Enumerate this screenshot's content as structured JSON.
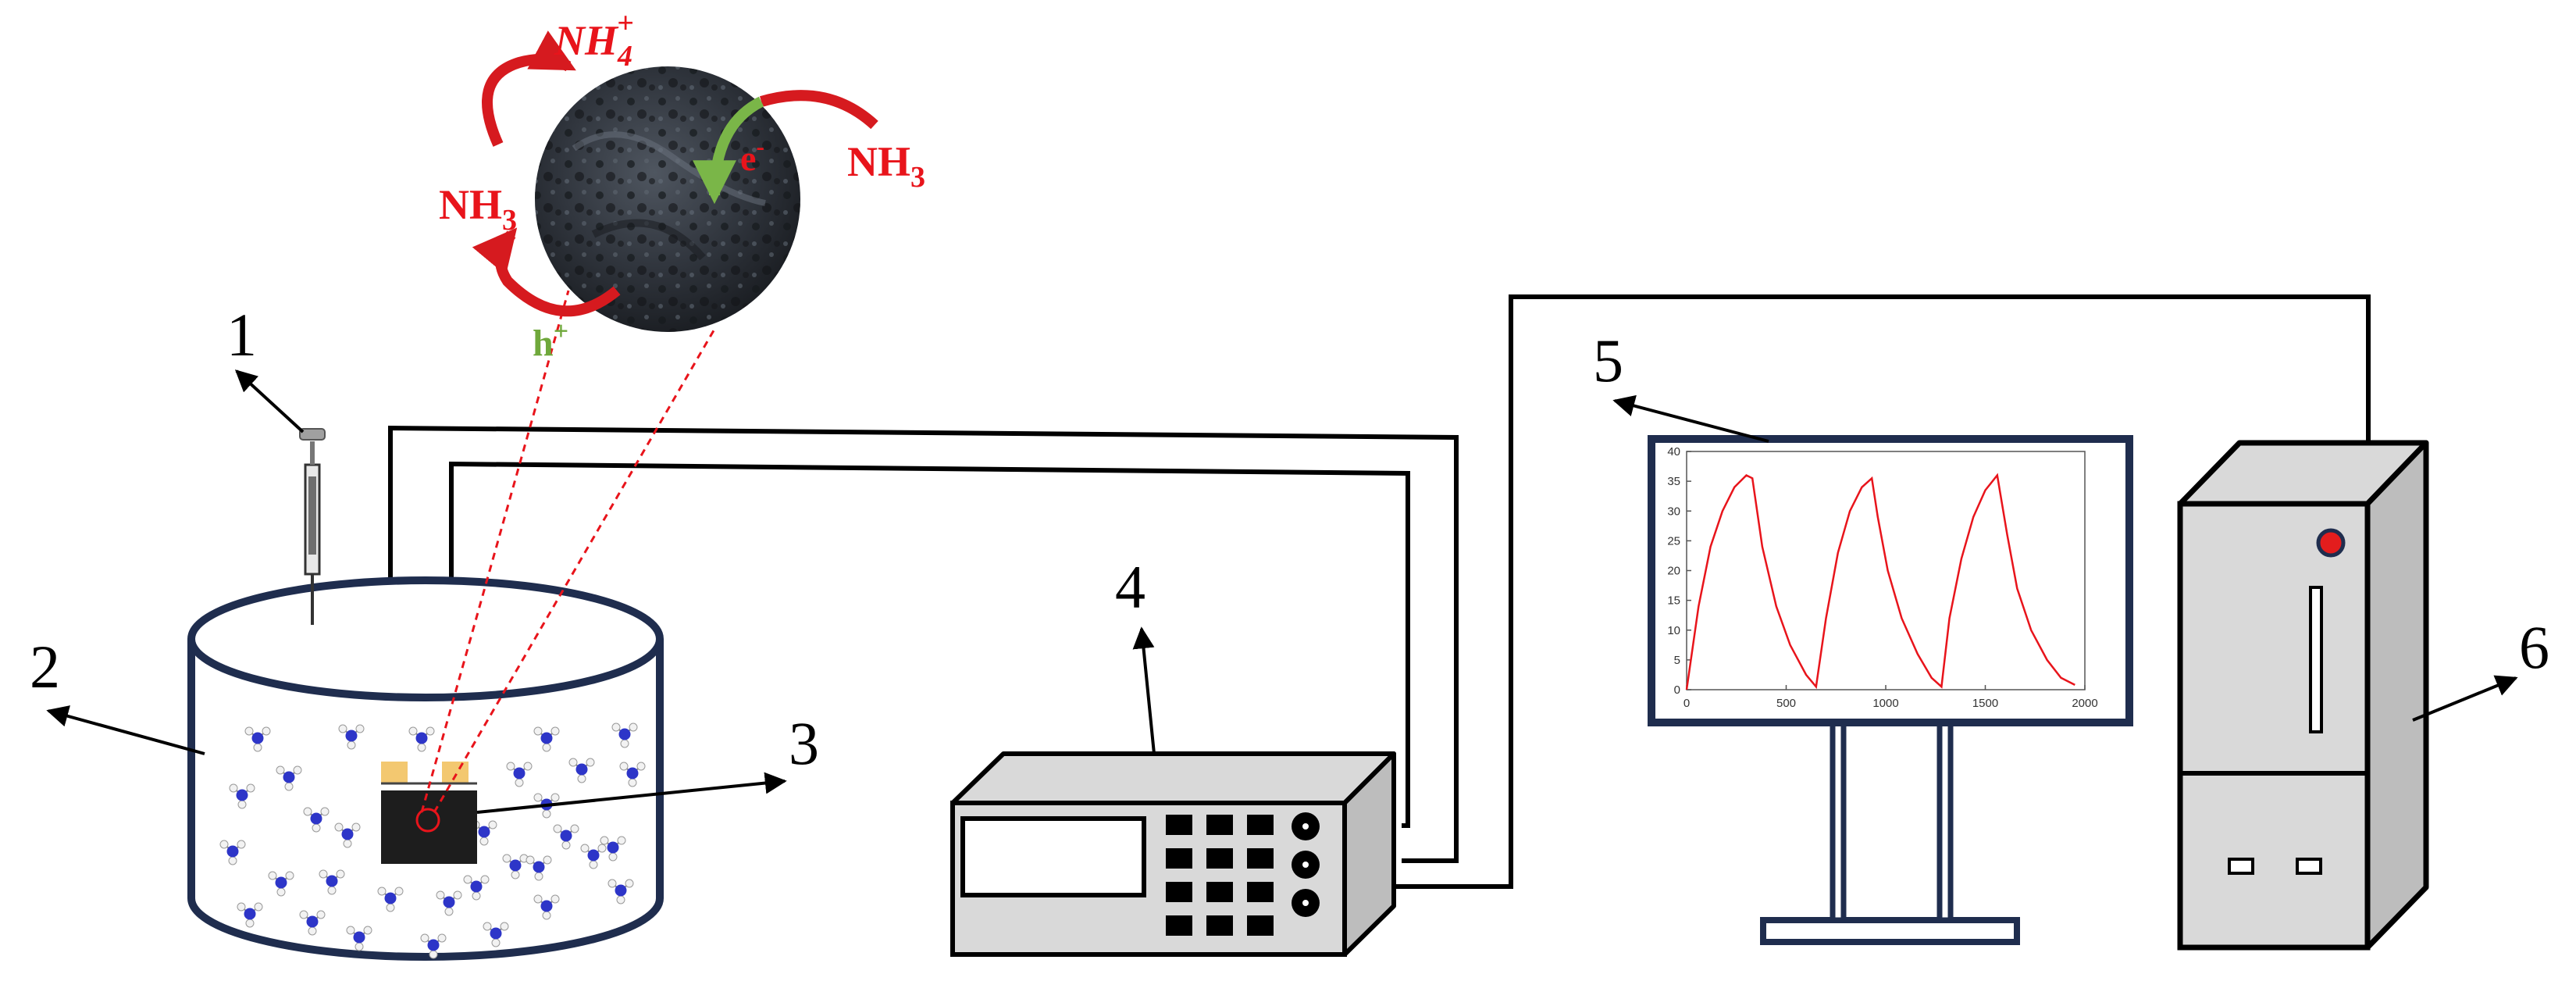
{
  "labels": {
    "n1": "1",
    "n2": "2",
    "n3": "3",
    "n4": "4",
    "n5": "5",
    "n6": "6"
  },
  "reaction": {
    "nh4_base": "NH",
    "nh4_sub": "4",
    "nh4_sup": "+",
    "nh3_left_base": "NH",
    "nh3_left_sub": "3",
    "nh3_right_base": "NH",
    "nh3_right_sub": "3",
    "electron_base": "e",
    "electron_sup": "-",
    "hole_base": "h",
    "hole_sup": "+"
  },
  "colors": {
    "ammonia_text": "#e8141b",
    "hole_text": "#6fa83b",
    "outline": "#1f2d4e",
    "device_gray": "#d9d9d9",
    "curve_red": "#e8141b"
  },
  "chart_data": {
    "type": "line",
    "x_ticks": [
      "0",
      "500",
      "1000",
      "1500",
      "2000"
    ],
    "y_ticks": [
      "0",
      "5",
      "10",
      "15",
      "20",
      "25",
      "30",
      "35",
      "40"
    ],
    "xlim": [
      0,
      2000
    ],
    "ylim": [
      0,
      40
    ],
    "series": [
      {
        "x": [
          0,
          60,
          120,
          180,
          240,
          300,
          330,
          380,
          450,
          520,
          600,
          650,
          700,
          760,
          820,
          880,
          930,
          960,
          1010,
          1080,
          1160,
          1230,
          1280,
          1320,
          1380,
          1440,
          1500,
          1560,
          1610,
          1660,
          1730,
          1810,
          1880,
          1950
        ],
        "y": [
          0,
          14,
          24,
          30,
          34,
          36,
          35.5,
          24,
          14,
          7.5,
          2.5,
          0.5,
          12,
          23,
          30,
          34,
          35.5,
          29,
          20,
          12,
          6,
          2,
          0.5,
          12,
          22,
          29,
          33.5,
          36,
          26,
          17,
          10,
          5,
          2,
          0.8
        ]
      }
    ]
  }
}
